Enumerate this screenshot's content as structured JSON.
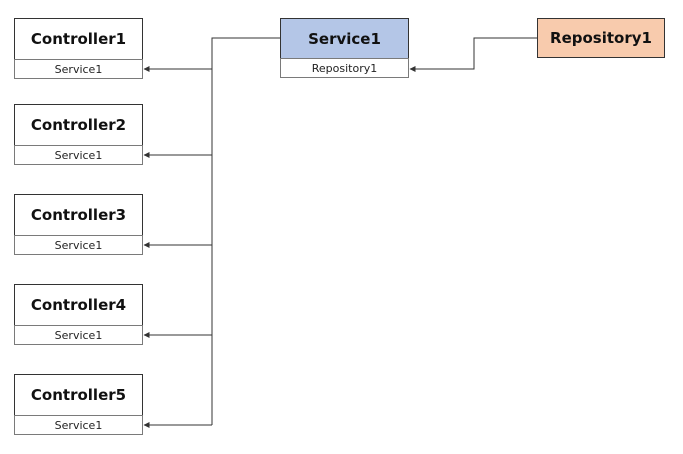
{
  "colors": {
    "service_fill": "#b4c6e7",
    "repository_fill": "#f8cbad",
    "controller_fill": "#ffffff",
    "border": "#333333",
    "connector": "#333333"
  },
  "repository": {
    "title": "Repository1"
  },
  "service": {
    "title": "Service1",
    "dependency": "Repository1"
  },
  "controllers": [
    {
      "title": "Controller1",
      "dependency": "Service1"
    },
    {
      "title": "Controller2",
      "dependency": "Service1"
    },
    {
      "title": "Controller3",
      "dependency": "Service1"
    },
    {
      "title": "Controller4",
      "dependency": "Service1"
    },
    {
      "title": "Controller5",
      "dependency": "Service1"
    }
  ]
}
